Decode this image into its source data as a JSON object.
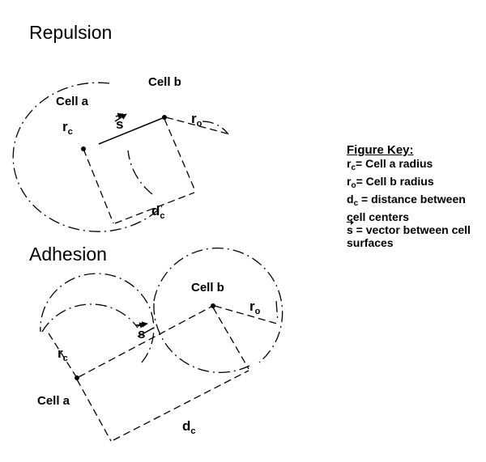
{
  "repulsion": {
    "title": "Repulsion",
    "cell_a_label": "Cell a",
    "cell_b_label": "Cell b",
    "radius_a": {
      "main": "r",
      "sub": "c"
    },
    "radius_b": {
      "main": "r",
      "sub": "o"
    },
    "distance": {
      "main": "d",
      "sub": "c"
    },
    "vector": "s"
  },
  "adhesion": {
    "title": "Adhesion",
    "cell_a_label": "Cell a",
    "cell_b_label": "Cell b",
    "radius_a": {
      "main": "r",
      "sub": "c"
    },
    "radius_b": {
      "main": "r",
      "sub": "o"
    },
    "distance": {
      "main": "d",
      "sub": "c"
    },
    "vector": "s"
  },
  "figure_key": {
    "title": "Figure Key:",
    "items": [
      {
        "symbol": "r",
        "sub": "c",
        "text": "= Cell a radius"
      },
      {
        "symbol": "r",
        "sub": "o",
        "text": "= Cell b radius"
      },
      {
        "symbol": "d",
        "sub": "c",
        "text": " = distance between cell centers"
      },
      {
        "symbol": "s",
        "sub": "",
        "text": " = vector between cell surfaces"
      }
    ]
  }
}
